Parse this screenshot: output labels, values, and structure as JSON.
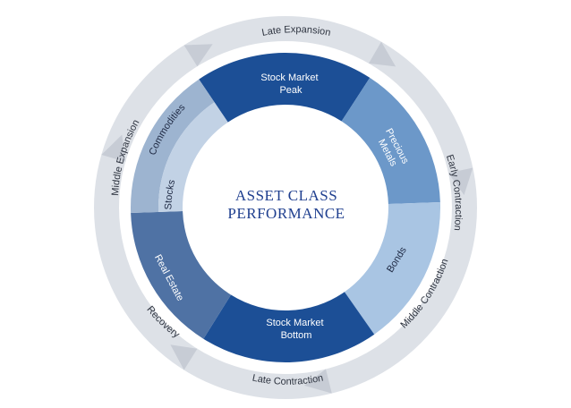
{
  "title_lines": [
    "ASSET CLASS",
    "PERFORMANCE"
  ],
  "outer_phases": [
    {
      "label": "Late Expansion"
    },
    {
      "label": "Early Contraction"
    },
    {
      "label": "Middle Contraction"
    },
    {
      "label": "Late Contraction"
    },
    {
      "label": "Recovery"
    },
    {
      "label": "Middle Expansion"
    }
  ],
  "segments": [
    {
      "lines": [
        "Stock Market",
        "Peak"
      ],
      "color": "#1c4f96"
    },
    {
      "lines": [
        "Precious",
        "Metals"
      ],
      "color": "#6c98c9"
    },
    {
      "lines": [
        "Bonds"
      ],
      "color": "#a9c5e3"
    },
    {
      "lines": [
        "Stock Market",
        "Bottom"
      ],
      "color": "#1c4f96"
    },
    {
      "lines": [
        "Real Estate"
      ],
      "color": "#4f72a4"
    },
    {
      "lines": [
        "Commodities"
      ],
      "color": "#9db4d0"
    },
    {
      "lines": [
        "Stocks"
      ],
      "color": "#c2d2e5"
    }
  ],
  "colors": {
    "outer_ring": "#dde1e7",
    "outer_arrow": "#c7ccd5",
    "title": "#1f3f8f"
  }
}
